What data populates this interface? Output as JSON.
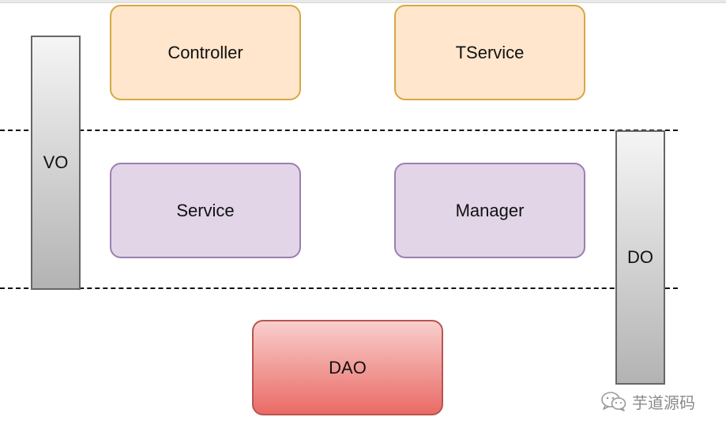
{
  "layers": {
    "top": {
      "controller": "Controller",
      "tservice": "TService"
    },
    "middle": {
      "service": "Service",
      "manager": "Manager"
    },
    "bottom": {
      "dao": "DAO"
    }
  },
  "objects": {
    "vo": "VO",
    "do": "DO"
  },
  "watermark": {
    "text": "芋道源码",
    "icon": "wechat-icon"
  },
  "colors": {
    "orange_fill": "#ffe6cc",
    "orange_border": "#d6a842",
    "purple_fill": "#e1d5e7",
    "purple_border": "#9c7fb0",
    "red_fill_top": "#f8cecc",
    "red_fill_bottom": "#ea6b66",
    "red_border": "#b85450",
    "pillar_fill_top": "#f5f5f5",
    "pillar_fill_bottom": "#b3b3b3"
  }
}
